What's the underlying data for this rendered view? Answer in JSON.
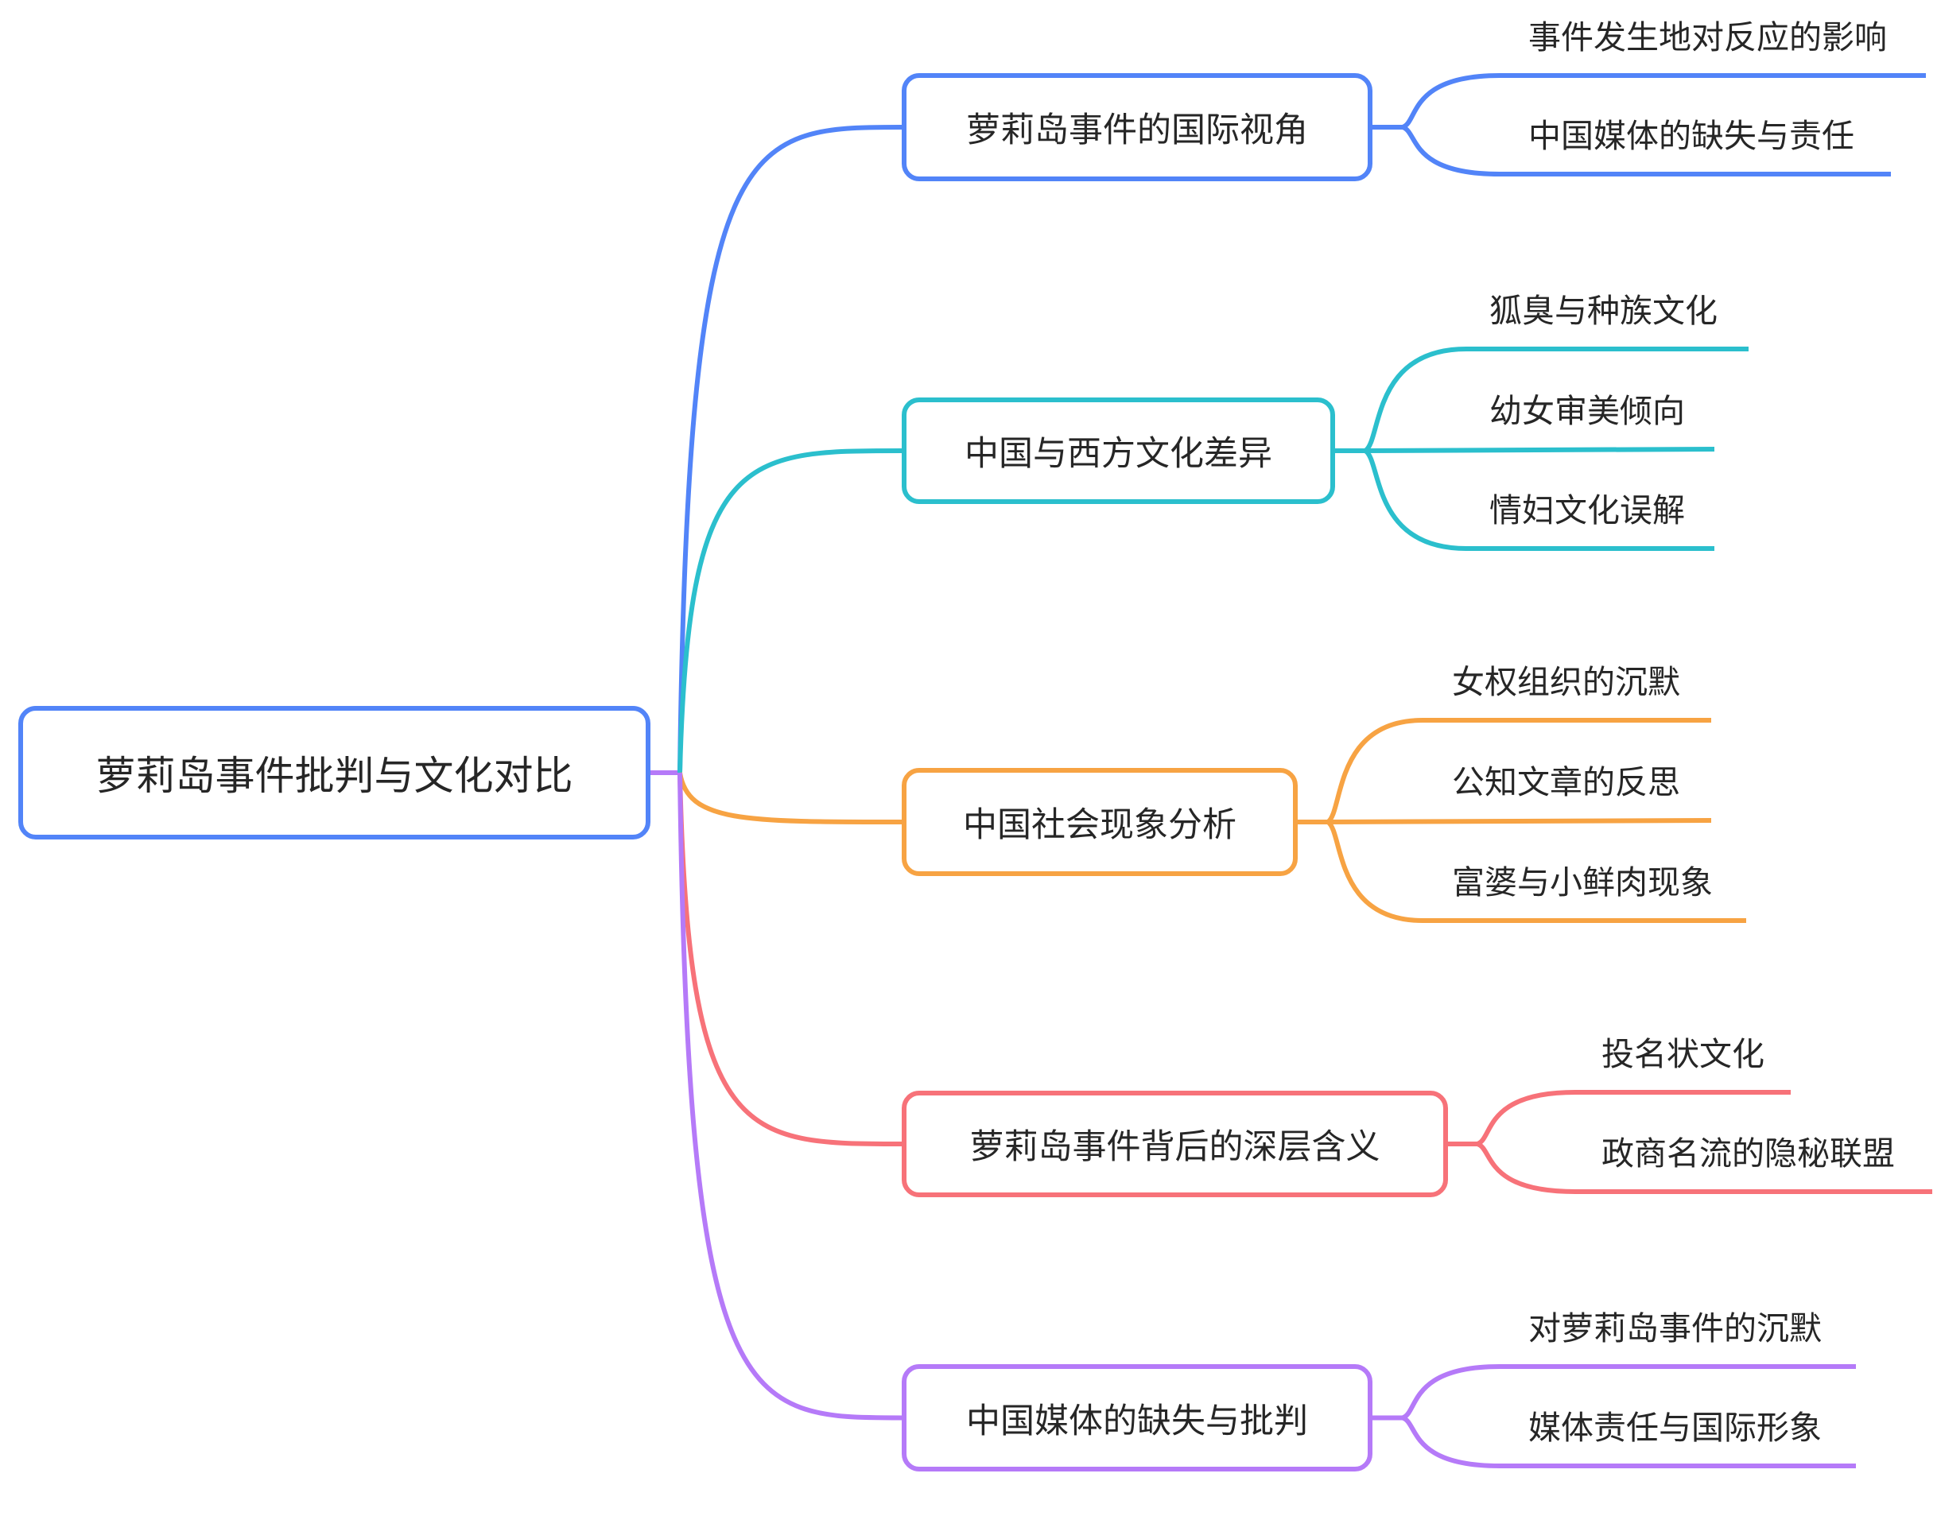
{
  "root": {
    "label": "萝莉岛事件批判与文化对比",
    "color": "#5284f8"
  },
  "branches": [
    {
      "label": "萝莉岛事件的国际视角",
      "color": "#5284f8",
      "children": [
        "事件发生地对反应的影响",
        "中国媒体的缺失与责任"
      ]
    },
    {
      "label": "中国与西方文化差异",
      "color": "#2bbfcd",
      "children": [
        "狐臭与种族文化",
        "幼女审美倾向",
        "情妇文化误解"
      ]
    },
    {
      "label": "中国社会现象分析",
      "color": "#f7a343",
      "children": [
        "女权组织的沉默",
        "公知文章的反思",
        "富婆与小鲜肉现象"
      ]
    },
    {
      "label": "萝莉岛事件背后的深层含义",
      "color": "#f77279",
      "children": [
        "投名状文化",
        "政商名流的隐秘联盟"
      ]
    },
    {
      "label": "中国媒体的缺失与批判",
      "color": "#b57af8",
      "children": [
        "对萝莉岛事件的沉默",
        "媒体责任与国际形象"
      ]
    }
  ]
}
